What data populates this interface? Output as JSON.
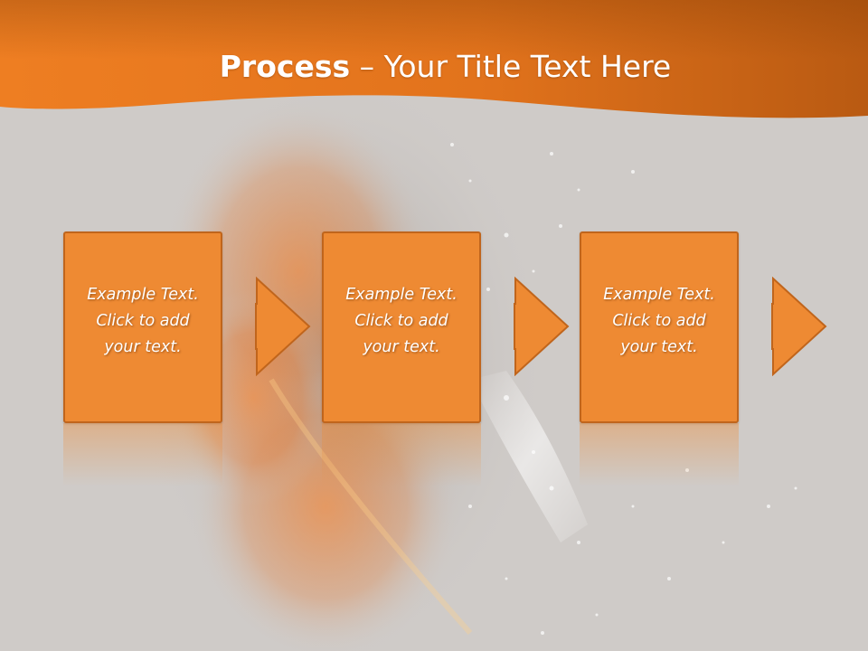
{
  "slide": {
    "title_bold": "Process",
    "title_rest": " – Your Title Text Here",
    "steps": [
      {
        "text": "Example Text.\nClick  to add\nyour text."
      },
      {
        "text": "Example Text.\nClick  to add\nyour text."
      },
      {
        "text": "Example Text.\nClick  to add\nyour text."
      }
    ]
  },
  "colors": {
    "header": "#e97b1f",
    "box_fill": "#ee8a33",
    "box_border": "#c0651c",
    "background": "#cfcbc8"
  }
}
